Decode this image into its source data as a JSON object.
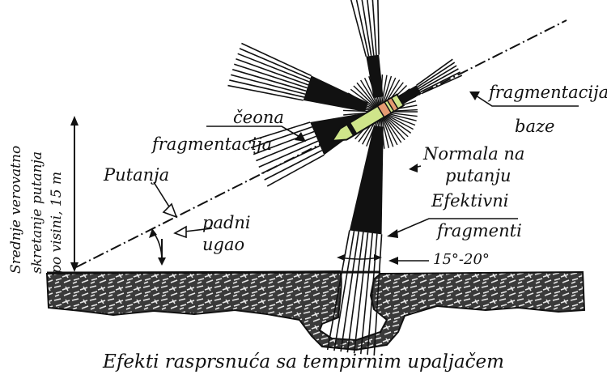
{
  "labels": {
    "fragmentacija_baze_1": "fragmentacija",
    "fragmentacija_baze_2": "baze",
    "ceona_1": "čeona",
    "ceona_2": "fragmentacija",
    "normala_1": "Normala na",
    "normala_2": "putanju",
    "efektivni_1": "Efektivni",
    "efektivni_2": "fragmenti",
    "putanja": "Putanja",
    "padni_1": "padni",
    "padni_2": "ugao",
    "angle_range": "15°-20°",
    "vertical_1": "Srednje verovatno",
    "vertical_2": "skretanje putanja",
    "vertical_3": "po visini, 15 m"
  },
  "caption": "Efekti rasprsnuća sa tempirnim upaljačem",
  "colors": {
    "cone": "#111111",
    "projectile_body": "#cfe58a",
    "projectile_band": "#e59a72",
    "ground": "#2a2a2a",
    "line": "#111111"
  },
  "icons": {
    "projectile": "shell-icon",
    "burst": "burst-icon"
  }
}
